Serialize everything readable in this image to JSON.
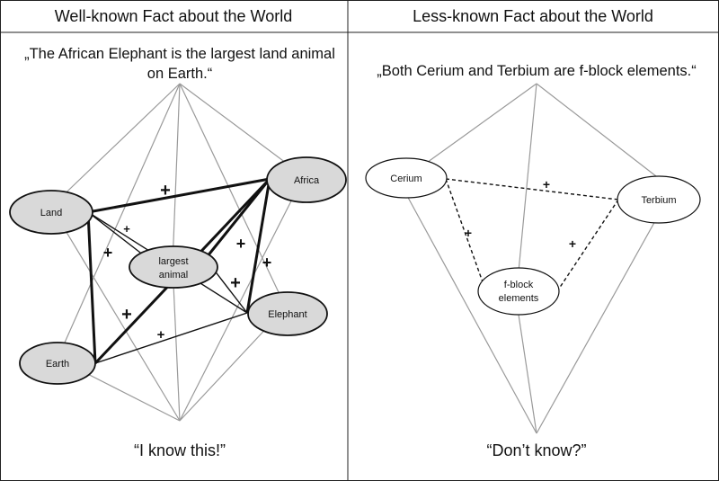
{
  "headers": {
    "left": "Well-known Fact about the World",
    "right": "Less-known Fact about the World"
  },
  "left_panel": {
    "quote_line1": "„The African Elephant is the largest land animal",
    "quote_line2": "on Earth.“",
    "bottom_text": "“I know this!”",
    "nodes": {
      "land": "Land",
      "africa": "Africa",
      "largest_line1": "largest",
      "largest_line2": "animal",
      "elephant": "Elephant",
      "earth": "Earth"
    },
    "plus_sign": "+"
  },
  "right_panel": {
    "quote": "„Both Cerium and Terbium are f-block elements.“",
    "bottom_text": "“Don’t know?”",
    "nodes": {
      "cerium": "Cerium",
      "terbium": "Terbium",
      "fblock_line1": "f-block",
      "fblock_line2": "elements"
    },
    "plus_sign": "+"
  },
  "colors": {
    "node_fill_known": "#d9d9d9",
    "node_fill_unknown": "#ffffff",
    "thin_line": "#9a9a9a",
    "strong_line": "#111111"
  }
}
